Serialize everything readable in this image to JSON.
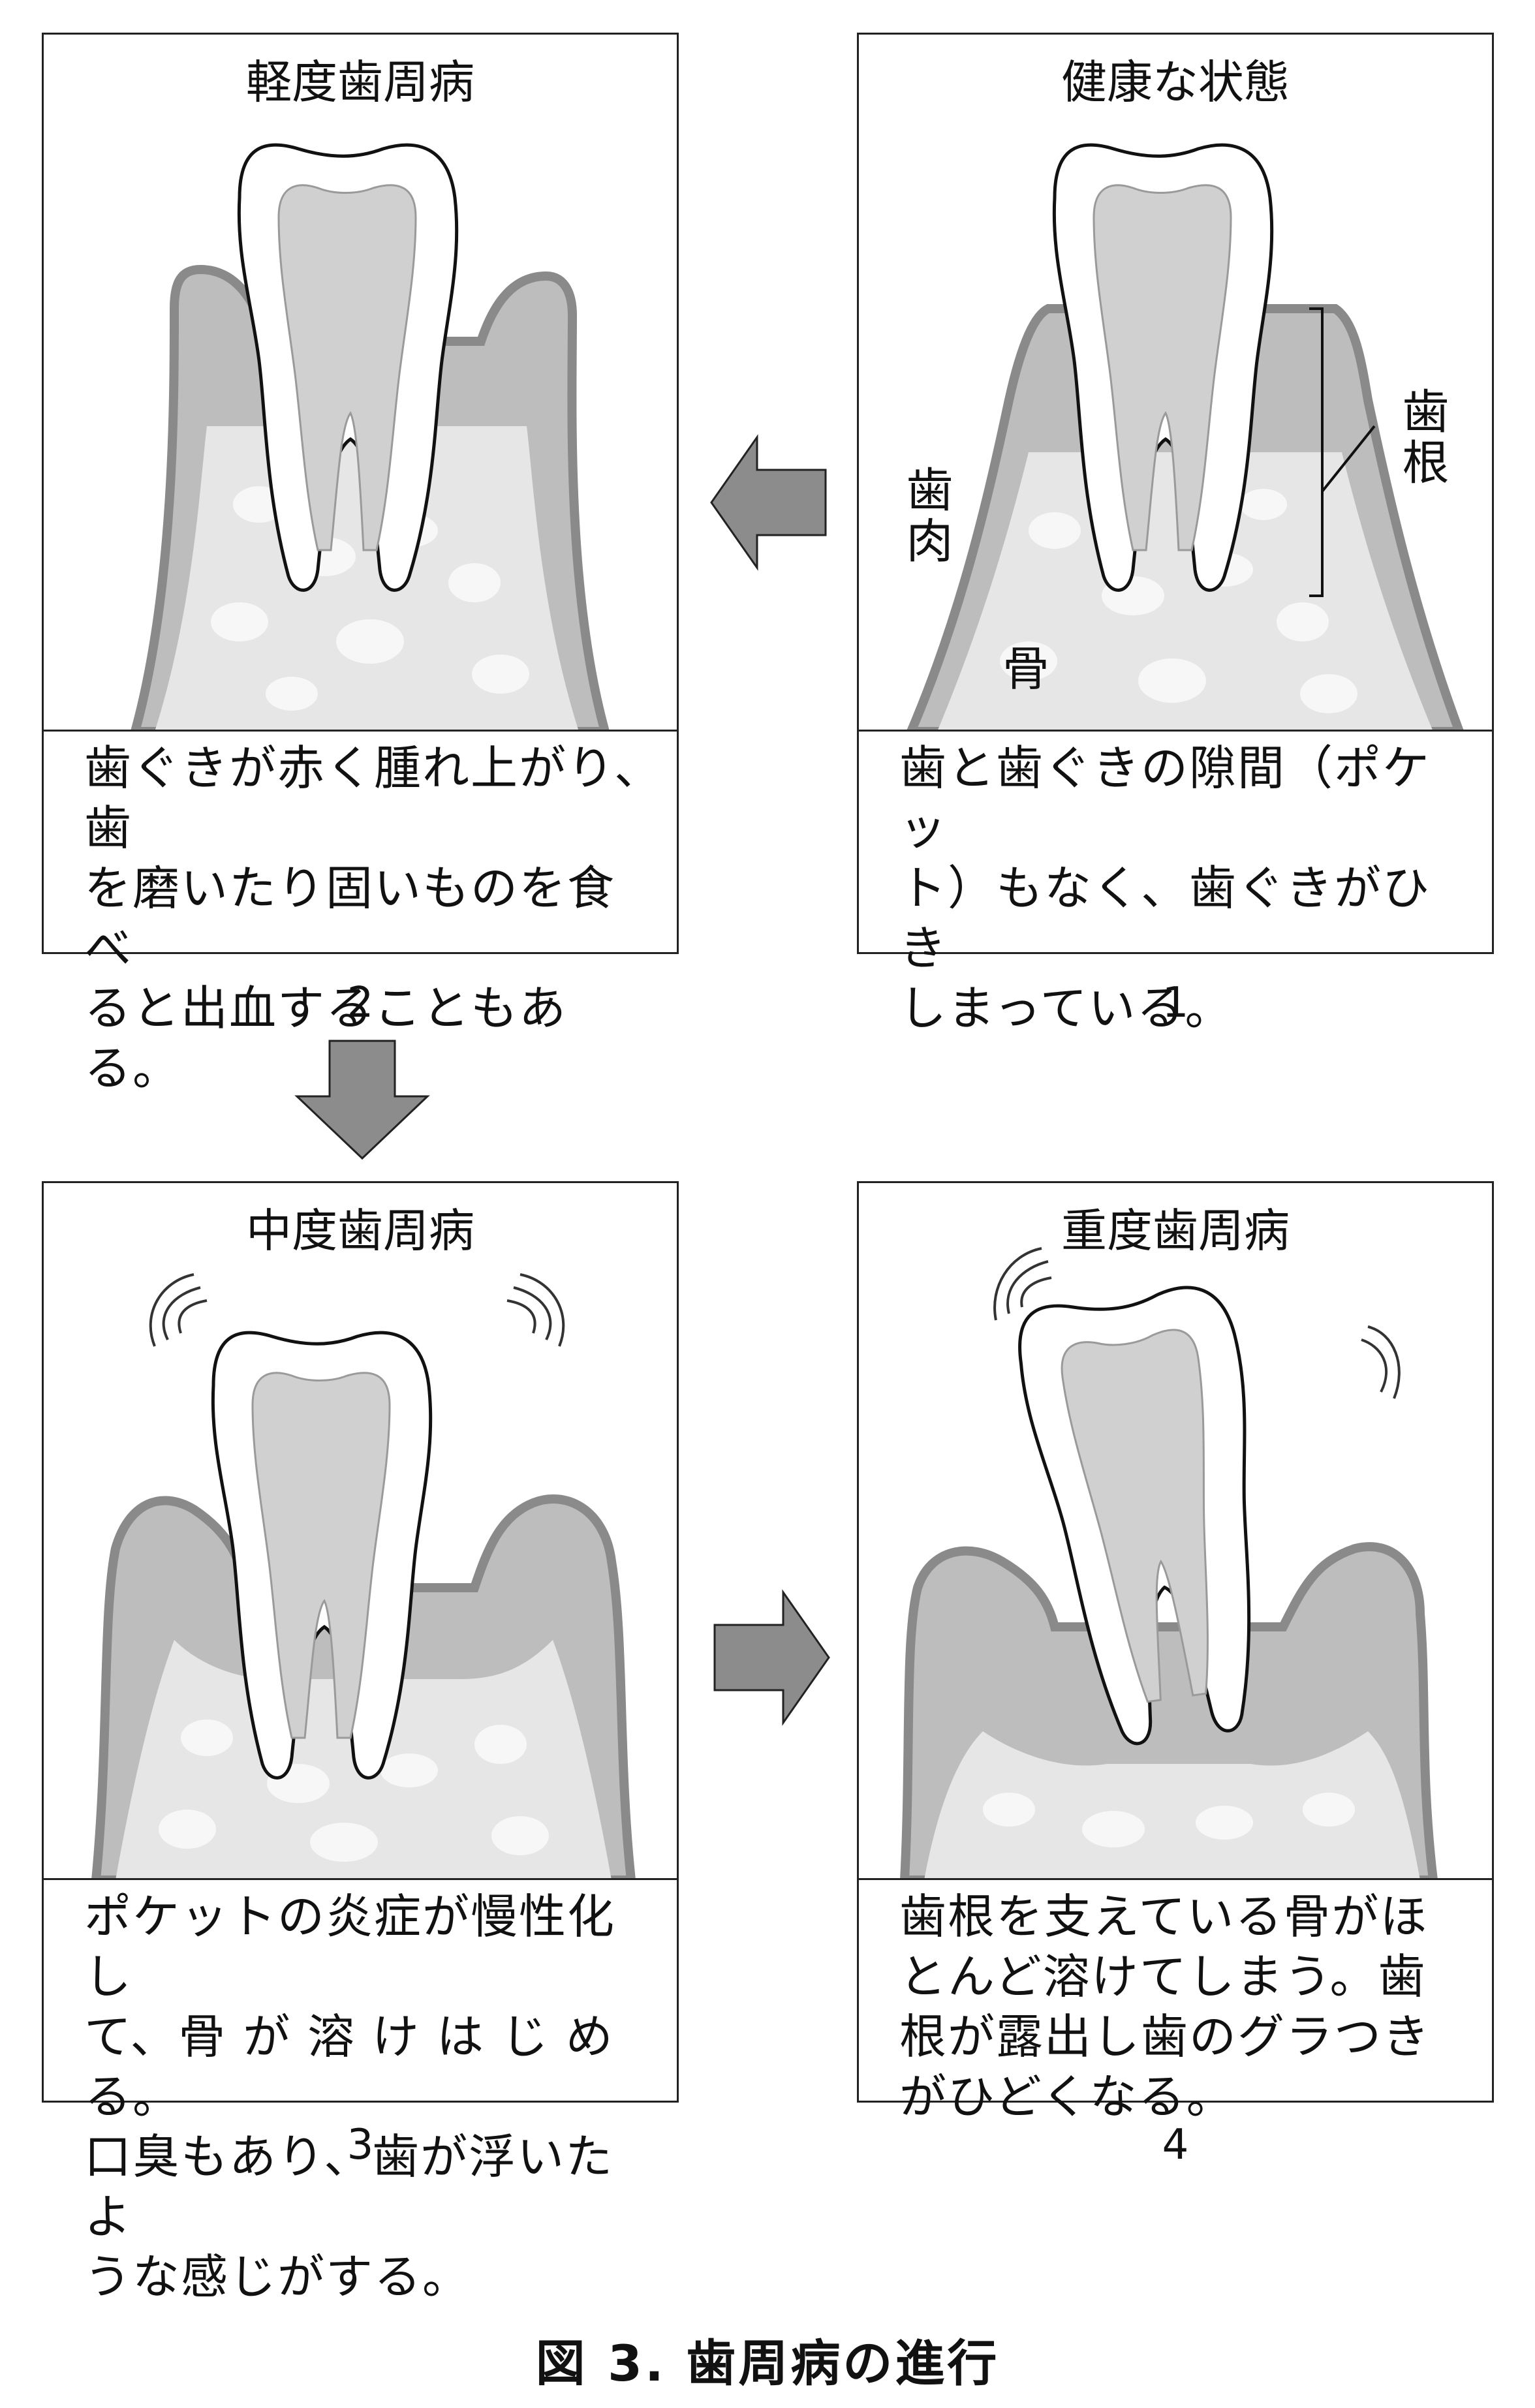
{
  "panels": [
    {
      "number": "1",
      "title": "健康な状態",
      "desc": "歯と歯ぐきの隙間（ポケッ\nト）もなく、歯ぐきがひき\nしまっている。"
    },
    {
      "number": "2",
      "title": "軽度歯周病",
      "desc": "歯ぐきが赤く腫れ上がり､歯\nを磨いたり固いものを食べ\nると出血することもある。"
    },
    {
      "number": "3",
      "title": "中度歯周病",
      "desc": "ポケットの炎症が慢性化し\nて、骨 が 溶 け は じ め る。\n口臭もあり、歯が浮いたよ\nうな感じがする。"
    },
    {
      "number": "4",
      "title": "重度歯周病",
      "desc": "歯根を支えている骨がほ\nとんど溶けてしまう。歯\n根が露出し歯のグラつき\nがひどくなる。"
    }
  ],
  "labels": {
    "root": "歯根",
    "gum": "歯肉",
    "bone": "骨"
  },
  "caption": "図 3.  歯周病の進行",
  "colors": {
    "gum": "#bdbdbd",
    "gum_edge": "#8a8a8a",
    "bone_bg": "#e6e6e6",
    "bone_cell": "#f7f7f7",
    "tooth": "#ffffff",
    "pulp": "#d0d0d0",
    "arrow": "#8c8c8c"
  }
}
